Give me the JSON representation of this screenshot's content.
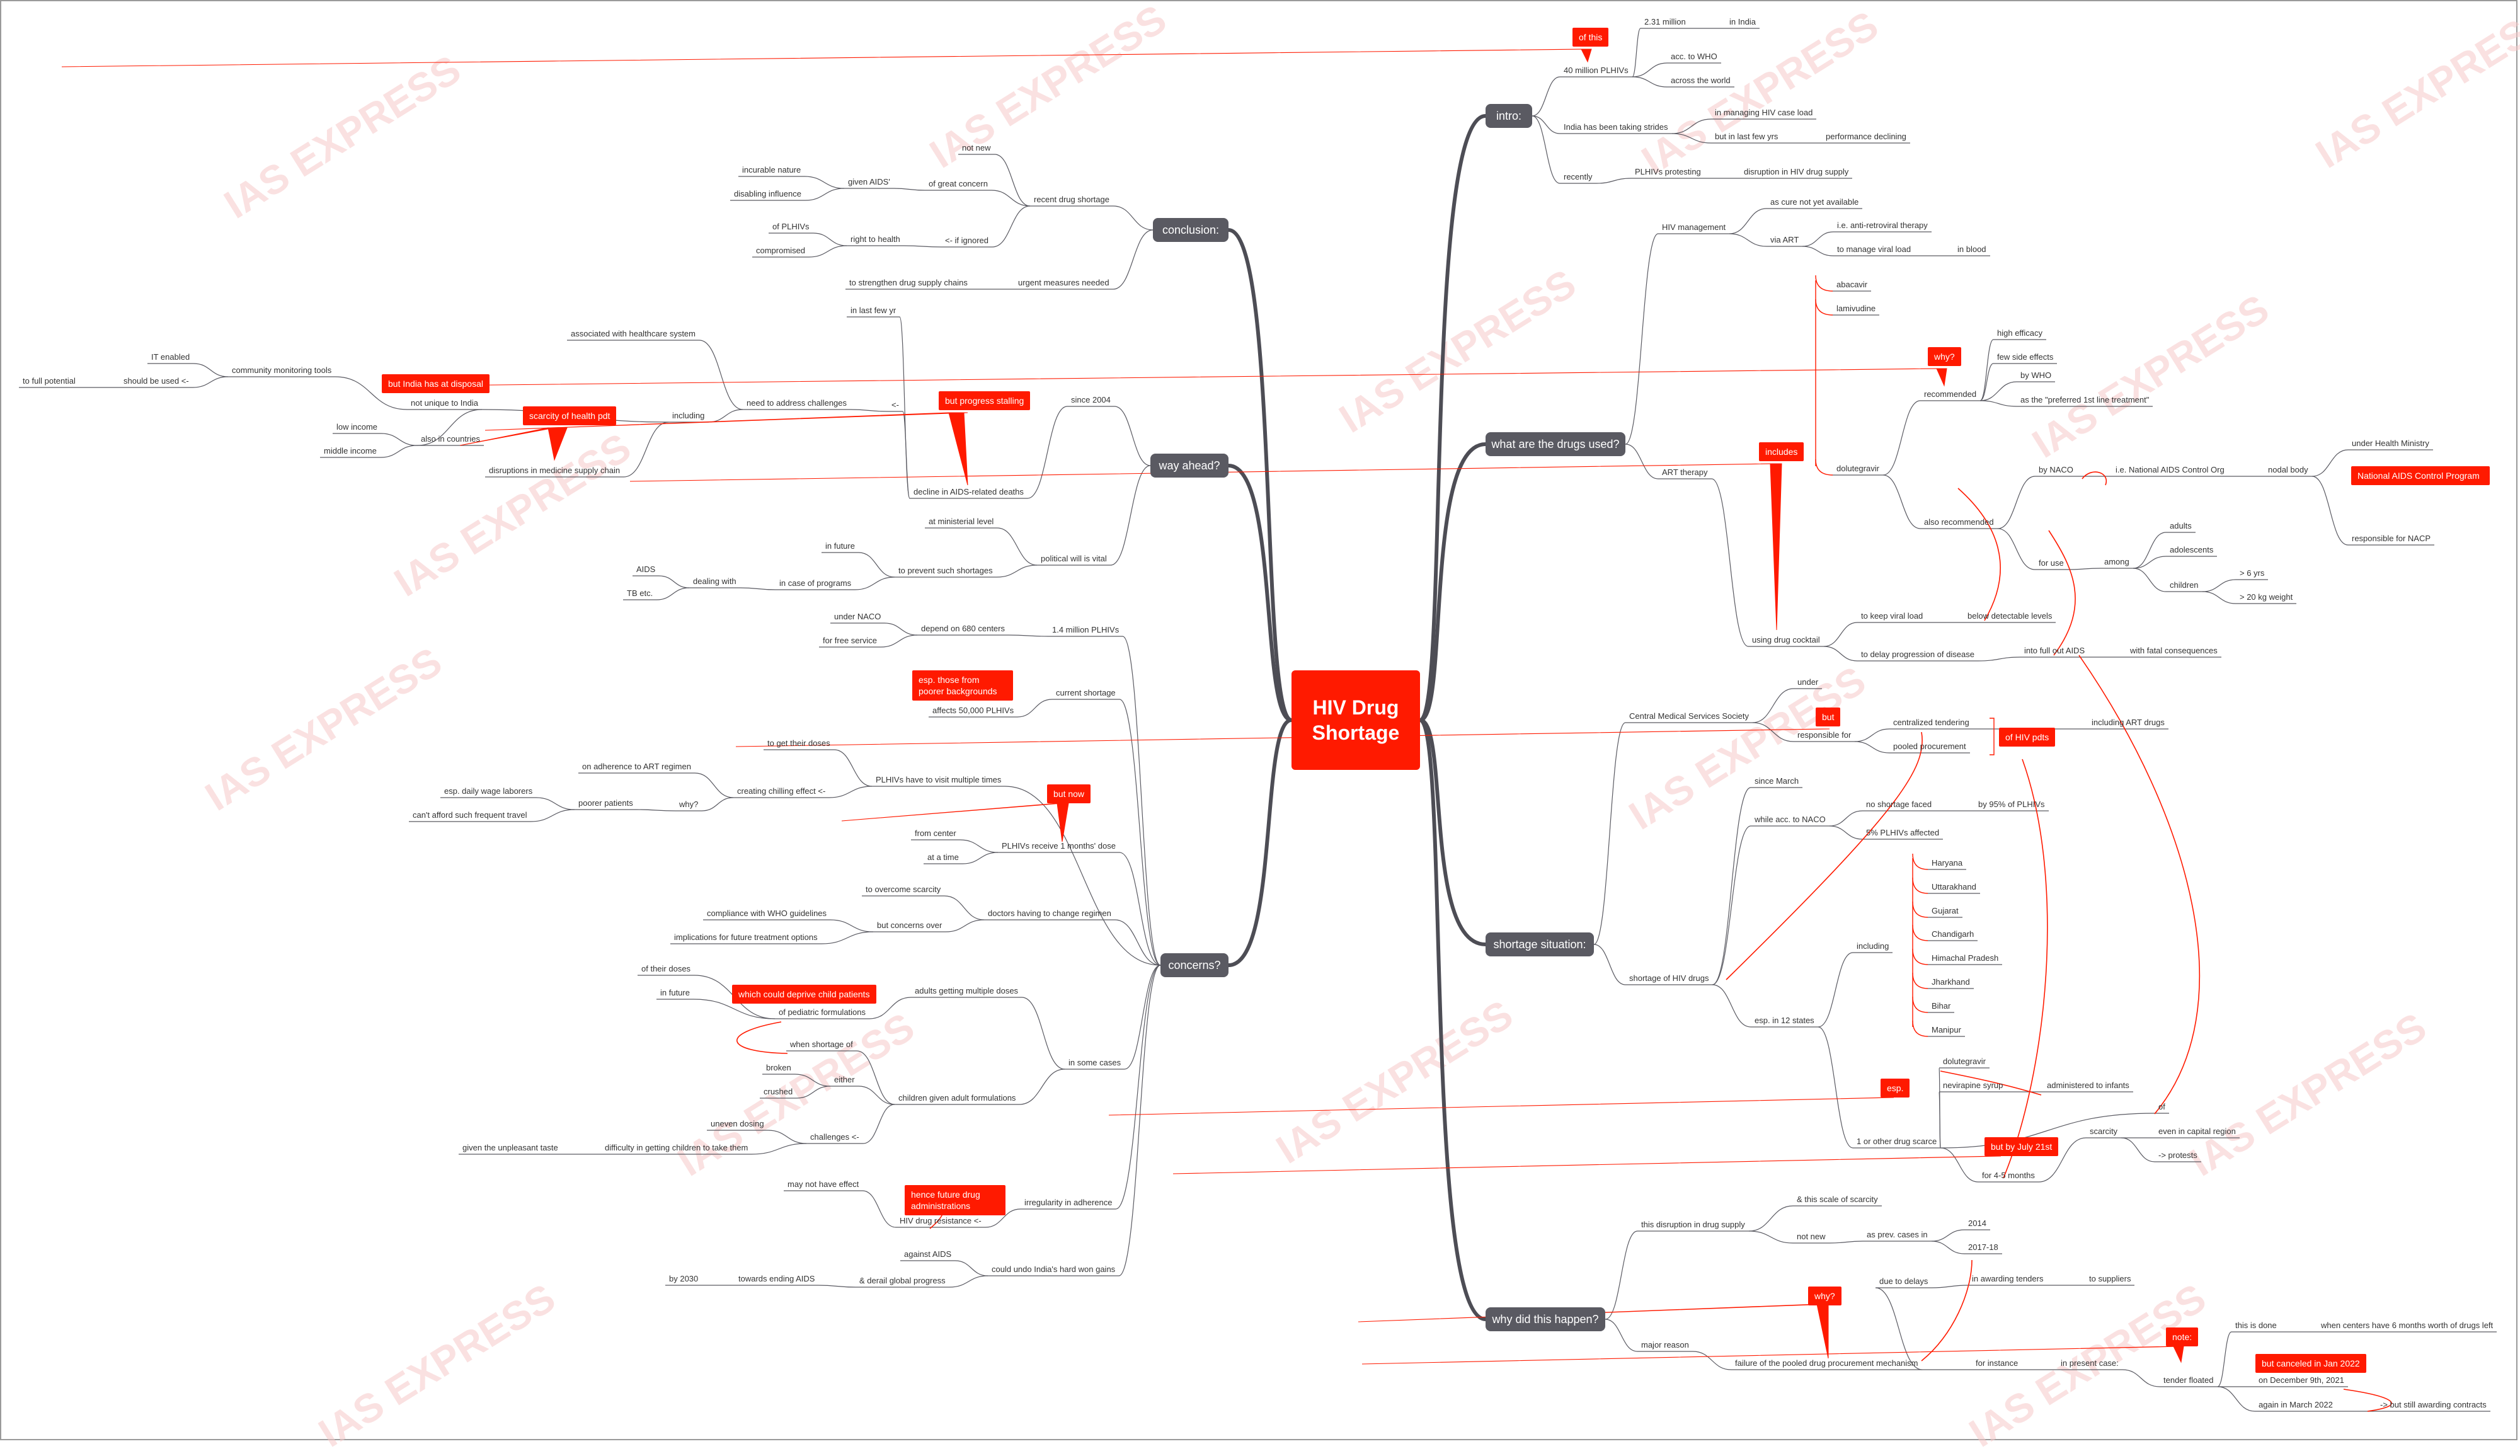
{
  "title": "HIV Drug Shortage",
  "watermark": "IAS EXPRESS",
  "colors": {
    "accent": "#ff1a00",
    "hub": "#5a5a62",
    "branch": "#4d4d55",
    "link": "#ff1a00",
    "text": "#333333"
  },
  "branches": {
    "intro": "intro:",
    "drugs": "what are the drugs used?",
    "shortage": "shortage situation:",
    "why": "why did this happen?",
    "conclusion": "conclusion:",
    "way": "way ahead?",
    "concerns": "concerns?"
  },
  "nodes": [
    {
      "id": "i1",
      "text": "40 million PLHIVs"
    },
    {
      "id": "i1a",
      "text": "2.31 million"
    },
    {
      "id": "i1a1",
      "text": "in India"
    },
    {
      "id": "i1b",
      "text": "acc. to WHO"
    },
    {
      "id": "i1c",
      "text": "across the world"
    },
    {
      "id": "i2",
      "text": "India has been taking strides"
    },
    {
      "id": "i2a",
      "text": "in managing HIV case load"
    },
    {
      "id": "i2b",
      "text": "but in last few yrs"
    },
    {
      "id": "i2b1",
      "text": "performance declining"
    },
    {
      "id": "i3",
      "text": "recently"
    },
    {
      "id": "i3a",
      "text": "PLHIVs protesting"
    },
    {
      "id": "i3a1",
      "text": "disruption in HIV drug supply"
    },
    {
      "id": "d1",
      "text": "HIV management"
    },
    {
      "id": "d1a",
      "text": "as cure not yet available"
    },
    {
      "id": "d1b",
      "text": "via ART"
    },
    {
      "id": "d1b1",
      "text": "i.e. anti-retroviral therapy"
    },
    {
      "id": "d1b2",
      "text": "to manage viral load"
    },
    {
      "id": "d1b2a",
      "text": "in blood"
    },
    {
      "id": "d2",
      "text": "ART therapy"
    },
    {
      "id": "d2a",
      "text": "using drug cocktail"
    },
    {
      "id": "d2a1",
      "text": "to keep viral load"
    },
    {
      "id": "d2a1a",
      "text": "below detectable levels"
    },
    {
      "id": "d2a2",
      "text": "to delay progression of disease"
    },
    {
      "id": "d2a2a",
      "text": "into full out AIDS"
    },
    {
      "id": "d2a2b",
      "text": "with fatal consequences"
    },
    {
      "id": "g1",
      "text": "abacavir"
    },
    {
      "id": "g2",
      "text": "lamivudine"
    },
    {
      "id": "g3",
      "text": "dolutegravir"
    },
    {
      "id": "g3a",
      "text": "recommended"
    },
    {
      "id": "g3a1",
      "text": "high efficacy"
    },
    {
      "id": "g3a2",
      "text": "few side effects"
    },
    {
      "id": "g3a3",
      "text": "by WHO"
    },
    {
      "id": "g3a4",
      "text": "as the \"preferred 1st line treatment\""
    },
    {
      "id": "g3b",
      "text": "also recommended"
    },
    {
      "id": "g3b1",
      "text": "by NACO"
    },
    {
      "id": "g3b1a",
      "text": "i.e. National AIDS Control Org"
    },
    {
      "id": "g3b1a1",
      "text": "nodal body"
    },
    {
      "id": "g3b1a1a",
      "text": "under Health Ministry"
    },
    {
      "id": "g3b1a1b",
      "text": "responsible for NACP"
    },
    {
      "id": "g3b2",
      "text": "for use"
    },
    {
      "id": "g3b2a",
      "text": "among"
    },
    {
      "id": "g3b2a1",
      "text": "adults"
    },
    {
      "id": "g3b2a2",
      "text": "adolescents"
    },
    {
      "id": "g3b2a3",
      "text": "children"
    },
    {
      "id": "g3b2a3a",
      "text": "> 6 yrs"
    },
    {
      "id": "g3b2a3b",
      "text": "> 20 kg weight"
    },
    {
      "id": "s1",
      "text": "Central Medical Services Society"
    },
    {
      "id": "s1a",
      "text": "under"
    },
    {
      "id": "s1b",
      "text": "responsible for"
    },
    {
      "id": "s1b1",
      "text": "centralized tendering"
    },
    {
      "id": "s1b2",
      "text": "pooled procurement"
    },
    {
      "id": "s1b3",
      "text": "including ART drugs"
    },
    {
      "id": "s2",
      "text": "shortage of HIV drugs"
    },
    {
      "id": "s2a",
      "text": "since March"
    },
    {
      "id": "s2b",
      "text": "while acc. to NACO"
    },
    {
      "id": "s2b1",
      "text": "no shortage faced"
    },
    {
      "id": "s2b1a",
      "text": "by 95% of PLHIVs"
    },
    {
      "id": "s2b2",
      "text": "5% PLHIVs affected"
    },
    {
      "id": "s2c",
      "text": "esp. in 12 states"
    },
    {
      "id": "s2c1",
      "text": "including"
    },
    {
      "id": "st1",
      "text": "Haryana"
    },
    {
      "id": "st2",
      "text": "Uttarakhand"
    },
    {
      "id": "st3",
      "text": "Gujarat"
    },
    {
      "id": "st4",
      "text": "Chandigarh"
    },
    {
      "id": "st5",
      "text": "Himachal Pradesh"
    },
    {
      "id": "st6",
      "text": "Jharkhand"
    },
    {
      "id": "st7",
      "text": "Bihar"
    },
    {
      "id": "st8",
      "text": "Manipur"
    },
    {
      "id": "s2c2",
      "text": "1 or other drug scarce"
    },
    {
      "id": "s2c2a",
      "text": "dolutegravir"
    },
    {
      "id": "s2c2b",
      "text": "nevirapine syrup"
    },
    {
      "id": "s2c2b1",
      "text": "administered to infants"
    },
    {
      "id": "s2c2c",
      "text": "for 4-5 months"
    },
    {
      "id": "s2c2d",
      "text": "of"
    },
    {
      "id": "s2c2e",
      "text": "scarcity"
    },
    {
      "id": "s2c2e1",
      "text": "even in capital region"
    },
    {
      "id": "s2c2e2",
      "text": "-> protests"
    },
    {
      "id": "w1",
      "text": "this disruption in drug supply"
    },
    {
      "id": "w1a",
      "text": "& this scale of scarcity"
    },
    {
      "id": "w1b",
      "text": "not new"
    },
    {
      "id": "w1b1",
      "text": "as prev. cases in"
    },
    {
      "id": "w1b1a",
      "text": "2014"
    },
    {
      "id": "w1b1b",
      "text": "2017-18"
    },
    {
      "id": "w2",
      "text": "major reason"
    },
    {
      "id": "w2a",
      "text": "failure of the pooled drug procurement mechanism"
    },
    {
      "id": "w2a1",
      "text": "due to delays"
    },
    {
      "id": "w2a1a",
      "text": "in awarding tenders"
    },
    {
      "id": "w2a1a1",
      "text": "to suppliers"
    },
    {
      "id": "w2b",
      "text": "for instance"
    },
    {
      "id": "w2b1",
      "text": "in present case:"
    },
    {
      "id": "w2b1a",
      "text": "tender floated"
    },
    {
      "id": "w2b1a1",
      "text": "this is done"
    },
    {
      "id": "w2b1a1a",
      "text": "when centers have 6 months worth of drugs left"
    },
    {
      "id": "w2b1a2",
      "text": "on December 9th, 2021"
    },
    {
      "id": "w2b1a3",
      "text": "again in March 2022"
    },
    {
      "id": "w2b1a3a",
      "text": "-> but still awarding contracts"
    },
    {
      "id": "c1",
      "text": "recent drug shortage"
    },
    {
      "id": "c1a",
      "text": "not new"
    },
    {
      "id": "c1b",
      "text": "of great concern"
    },
    {
      "id": "c1b1",
      "text": "given AIDS'"
    },
    {
      "id": "c1b1a",
      "text": "incurable nature"
    },
    {
      "id": "c1b1b",
      "text": "disabling influence"
    },
    {
      "id": "c1c",
      "text": "<- if ignored"
    },
    {
      "id": "c1c1",
      "text": "right to health"
    },
    {
      "id": "c1c1a",
      "text": "of PLHIVs"
    },
    {
      "id": "c1c1b",
      "text": "compromised"
    },
    {
      "id": "c2",
      "text": "urgent measures needed"
    },
    {
      "id": "c2a",
      "text": "to strengthen drug supply chains"
    },
    {
      "id": "y1",
      "text": "since 2004"
    },
    {
      "id": "y1a",
      "text": "decline in AIDS-related deaths"
    },
    {
      "id": "y1b",
      "text": "<-"
    },
    {
      "id": "y1c",
      "text": "need to address challenges"
    },
    {
      "id": "y1c1",
      "text": "associated with healthcare system"
    },
    {
      "id": "y1c2",
      "text": "including"
    },
    {
      "id": "y1c2a",
      "text": "disruptions in medicine supply chain"
    },
    {
      "id": "y1c2b",
      "text": "not unique to India"
    },
    {
      "id": "y1c2b1",
      "text": "also in countries"
    },
    {
      "id": "y1c2b1a",
      "text": "low income"
    },
    {
      "id": "y1c2b1b",
      "text": "middle income"
    },
    {
      "id": "y1c2c",
      "text": "community monitoring tools"
    },
    {
      "id": "y1c2c1",
      "text": "IT enabled"
    },
    {
      "id": "y1c2c2",
      "text": "should be used <-"
    },
    {
      "id": "y1c2c2a",
      "text": "to full potential"
    },
    {
      "id": "y1d",
      "text": "in last few yr"
    },
    {
      "id": "y2",
      "text": "political will is vital"
    },
    {
      "id": "y2a",
      "text": "at ministerial level"
    },
    {
      "id": "y2b",
      "text": "to prevent such shortages"
    },
    {
      "id": "y2b1",
      "text": "in future"
    },
    {
      "id": "y2b2",
      "text": "in case of programs"
    },
    {
      "id": "y2b2a",
      "text": "dealing with"
    },
    {
      "id": "y2b2a1",
      "text": "AIDS"
    },
    {
      "id": "y2b2a2",
      "text": "TB etc."
    },
    {
      "id": "k1",
      "text": "1.4 million PLHIVs"
    },
    {
      "id": "k1a",
      "text": "depend on 680 centers"
    },
    {
      "id": "k1a1",
      "text": "under NACO"
    },
    {
      "id": "k1a2",
      "text": "for free service"
    },
    {
      "id": "k2",
      "text": "current shortage"
    },
    {
      "id": "k2a",
      "text": "affects 50,000 PLHIVs"
    },
    {
      "id": "k3",
      "text": "PLHIVs have to visit multiple times"
    },
    {
      "id": "k3a",
      "text": "to get their doses"
    },
    {
      "id": "k3b",
      "text": "creating chilling effect <-"
    },
    {
      "id": "k3b1",
      "text": "on adherence to ART regimen"
    },
    {
      "id": "k3b2",
      "text": "why?"
    },
    {
      "id": "k3b2a",
      "text": "poorer patients"
    },
    {
      "id": "k3b2a1",
      "text": "esp. daily wage laborers"
    },
    {
      "id": "k3b2a2",
      "text": "can't afford such frequent travel"
    },
    {
      "id": "k4",
      "text": "PLHIVs receive 1 months' dose"
    },
    {
      "id": "k4a",
      "text": "from center"
    },
    {
      "id": "k4b",
      "text": "at a time"
    },
    {
      "id": "k5",
      "text": "doctors having to change regimen"
    },
    {
      "id": "k5a",
      "text": "to overcome scarcity"
    },
    {
      "id": "k5b",
      "text": "but concerns over"
    },
    {
      "id": "k5b1",
      "text": "compliance with WHO guidelines"
    },
    {
      "id": "k5b2",
      "text": "implications for future treatment options"
    },
    {
      "id": "k6",
      "text": "in some cases"
    },
    {
      "id": "k6a",
      "text": "adults getting multiple doses"
    },
    {
      "id": "k6a1",
      "text": "of pediatric formulations"
    },
    {
      "id": "k6a1a",
      "text": "of their doses"
    },
    {
      "id": "k6a1b",
      "text": "in future"
    },
    {
      "id": "k6b",
      "text": "children given adult formulations"
    },
    {
      "id": "k6b1",
      "text": "when shortage of"
    },
    {
      "id": "k6b2",
      "text": "either"
    },
    {
      "id": "k6b2a",
      "text": "broken"
    },
    {
      "id": "k6b2b",
      "text": "crushed"
    },
    {
      "id": "k6b3",
      "text": "challenges <-"
    },
    {
      "id": "k6b3a",
      "text": "uneven dosing"
    },
    {
      "id": "k6b3b",
      "text": "difficulty in getting children to take them"
    },
    {
      "id": "k6b3b1",
      "text": "given the unpleasant taste"
    },
    {
      "id": "k7",
      "text": "irregularity in adherence"
    },
    {
      "id": "k7a",
      "text": "HIV drug resistance <-"
    },
    {
      "id": "k7a1",
      "text": "may not have effect"
    },
    {
      "id": "k8",
      "text": "could undo India's hard won gains"
    },
    {
      "id": "k8a",
      "text": "against AIDS"
    },
    {
      "id": "k8b",
      "text": "& derail global progress"
    },
    {
      "id": "k8b1",
      "text": "towards ending AIDS"
    },
    {
      "id": "k8b1a",
      "text": "by 2030"
    }
  ],
  "notes": [
    {
      "id": "n1",
      "text": "of this"
    },
    {
      "id": "n2",
      "text": "why?"
    },
    {
      "id": "n3",
      "text": "includes"
    },
    {
      "id": "n4",
      "text": "National AIDS Control Program"
    },
    {
      "id": "n5",
      "text": "but"
    },
    {
      "id": "n6",
      "text": "of HIV pdts"
    },
    {
      "id": "n7",
      "text": "esp."
    },
    {
      "id": "n8",
      "text": "but by July 21st"
    },
    {
      "id": "n9",
      "text": "why?"
    },
    {
      "id": "n10",
      "text": "note:"
    },
    {
      "id": "n11",
      "text": "but canceled in Jan 2022"
    },
    {
      "id": "n12",
      "text": "but progress stalling"
    },
    {
      "id": "n13",
      "text": "but India has at disposal"
    },
    {
      "id": "n14",
      "text": "scarcity of health pdt"
    },
    {
      "id": "n15",
      "text": "esp. those from poorer backgrounds"
    },
    {
      "id": "n16",
      "text": "but now"
    },
    {
      "id": "n17",
      "text": "which could deprive child patients"
    },
    {
      "id": "n18",
      "text": "hence future drug administrations"
    }
  ]
}
